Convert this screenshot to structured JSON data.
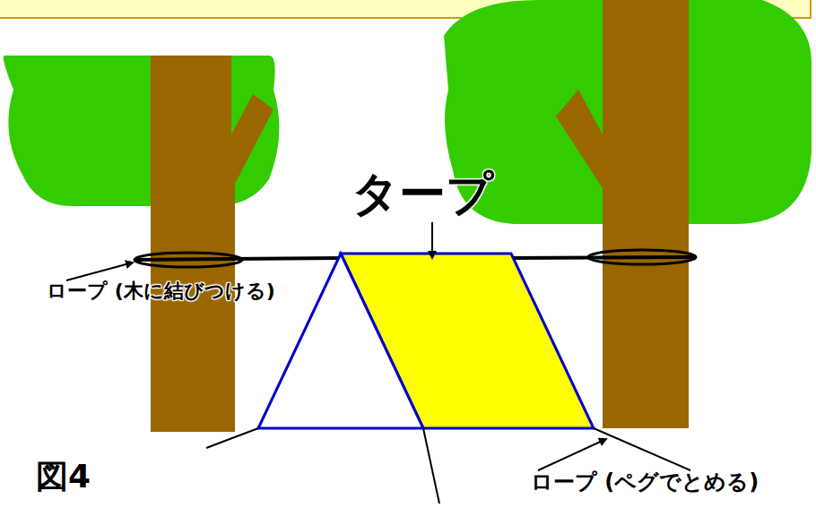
{
  "diagram": {
    "labels": [
      "タープ",
      "ロープ (木に結びつける)",
      "ロープ (ペグでとめる)",
      "図4"
    ]
  }
}
